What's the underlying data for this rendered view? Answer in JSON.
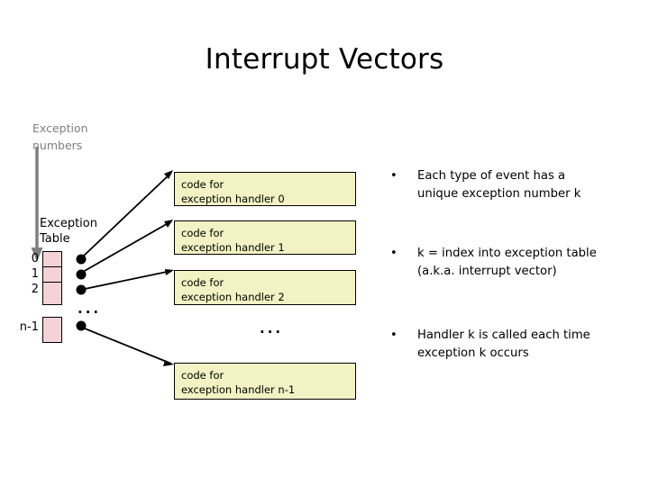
{
  "slide": {
    "title": "Interrupt Vectors",
    "background_color": "#ffffff"
  },
  "exception_numbers": {
    "label_line1": "Exception",
    "label_line2": "numbers",
    "color": "#7f7f7f",
    "arrow_icon": "down-arrow-icon"
  },
  "exception_table": {
    "label_line1": "Exception",
    "label_line2": "Table",
    "cell_color": "#f4d3d6",
    "border_color": "#000000",
    "ellipsis": "...",
    "entries": [
      {
        "index": "0"
      },
      {
        "index": "1"
      },
      {
        "index": "2"
      },
      {
        "index": "n-1"
      }
    ]
  },
  "handlers": {
    "box_color": "#f2f2c4",
    "border_color": "#000000",
    "ellipsis": "...",
    "items": [
      {
        "line1": "code for",
        "line2": "exception handler 0"
      },
      {
        "line1": "code for",
        "line2": "exception handler 1"
      },
      {
        "line1": "code for",
        "line2": "exception handler 2"
      },
      {
        "line1": "code for",
        "line2": "exception handler n-1"
      }
    ]
  },
  "bullets": {
    "marker": "•",
    "items": [
      {
        "line1": "Each type of event has a",
        "line2": "unique exception number k"
      },
      {
        "line1": "k = index into exception table",
        "line2": "(a.k.a. interrupt vector)"
      },
      {
        "line1": "Handler k is called each time",
        "line2": "exception k occurs"
      }
    ]
  }
}
